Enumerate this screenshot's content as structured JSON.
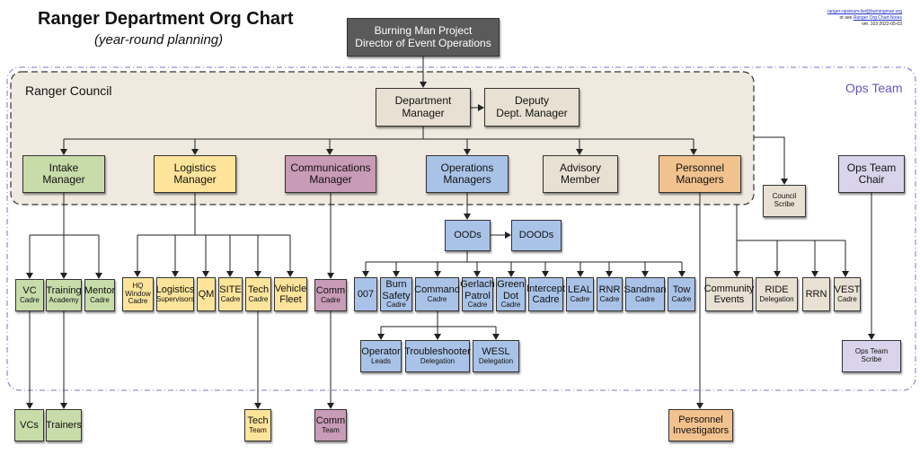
{
  "header": {
    "title": "Ranger Department Org Chart",
    "subtitle": "(year-round planning)",
    "notes_email": "ranger-opsteam-list@burningman.org",
    "notes_see": "or see",
    "notes_link": "Ranger Org Chart Notes",
    "notes_version": "ver. 103   2022-05-03"
  },
  "groups": {
    "council": "Ranger Council",
    "ops_team": "Ops Team"
  },
  "colors": {
    "green": "#c8dcaa",
    "yellow": "#fde49a",
    "purple": "#c89bb6",
    "blue": "#a9c3e8",
    "tan": "#e8e0d2",
    "orange": "#f2c28e",
    "lavender": "#d9d4ec",
    "dark": "#5a5a5a"
  },
  "nodes": {
    "director": [
      "Burning Man Project",
      "Director of Event Operations"
    ],
    "dept_manager": [
      "Department",
      "Manager"
    ],
    "deputy": [
      "Deputy",
      "Dept. Manager"
    ],
    "intake": [
      "Intake",
      "Manager"
    ],
    "logistics": [
      "Logistics",
      "Manager"
    ],
    "communications": [
      "Communications",
      "Manager"
    ],
    "operations": [
      "Operations",
      "Managers"
    ],
    "advisory": [
      "Advisory",
      "Member"
    ],
    "personnel": [
      "Personnel",
      "Managers"
    ],
    "council_scribe": [
      "Council",
      "Scribe"
    ],
    "ops_chair": [
      "Ops Team",
      "Chair"
    ],
    "vc_cadre": [
      "VC",
      "Cadre"
    ],
    "training_academy": [
      "Training",
      "Academy"
    ],
    "mentor_cadre": [
      "Mentor",
      "Cadre"
    ],
    "hq_window": [
      "HQ",
      "Window",
      "Cadre"
    ],
    "logistics_supervisors": [
      "Logistics",
      "Supervisors"
    ],
    "qm": [
      "QM"
    ],
    "site_cadre": [
      "SITE",
      "Cadre"
    ],
    "tech_cadre": [
      "Tech",
      "Cadre"
    ],
    "vehicle_fleet": [
      "Vehicle",
      "Fleet"
    ],
    "comm_cadre": [
      "Comm",
      "Cadre"
    ],
    "oods": [
      "OODs"
    ],
    "doods": [
      "DOODs"
    ],
    "n007": [
      "007"
    ],
    "burn_safety": [
      "Burn",
      "Safety",
      "Cadre"
    ],
    "command": [
      "Command",
      "Cadre"
    ],
    "gerlach": [
      "Gerlach",
      "Patrol",
      "Cadre"
    ],
    "green_dot": [
      "Green",
      "Dot",
      "Cadre"
    ],
    "intercept": [
      "Intercept",
      "Cadre"
    ],
    "leal": [
      "LEAL",
      "Cadre"
    ],
    "rnr": [
      "RNR",
      "Cadre"
    ],
    "sandman": [
      "Sandman",
      "Cadre"
    ],
    "tow": [
      "Tow",
      "Cadre"
    ],
    "community_events": [
      "Community",
      "Events"
    ],
    "ride": [
      "RIDE",
      "Delegation"
    ],
    "rrn": [
      "RRN"
    ],
    "vest": [
      "VEST",
      "Cadre"
    ],
    "operator_leads": [
      "Operator",
      "Leads"
    ],
    "troubleshooter": [
      "Troubleshooter",
      "Delegation"
    ],
    "wesl": [
      "WESL",
      "Delegation"
    ],
    "ops_scribe": [
      "Ops Team",
      "Scribe"
    ],
    "vcs": [
      "VCs"
    ],
    "trainers": [
      "Trainers"
    ],
    "tech_team": [
      "Tech",
      "Team"
    ],
    "comm_team": [
      "Comm",
      "Team"
    ],
    "personnel_investigators": [
      "Personnel",
      "Investigators"
    ]
  }
}
